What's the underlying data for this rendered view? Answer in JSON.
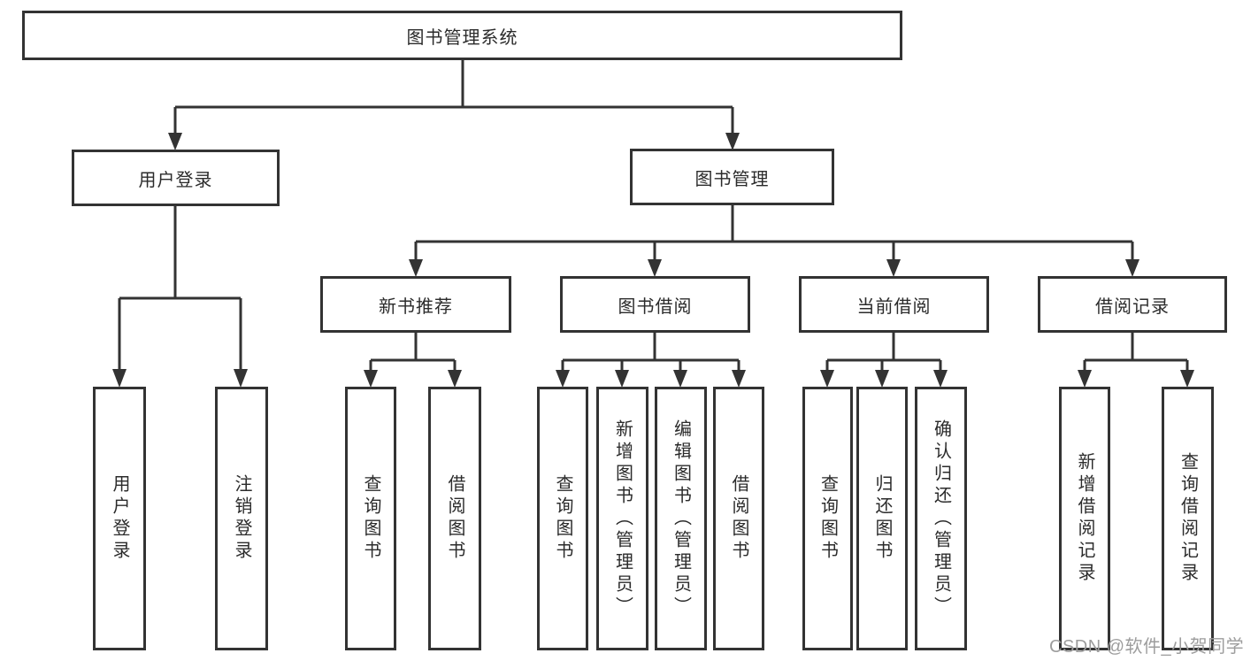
{
  "diagram": {
    "title": "图书管理系统",
    "level2": [
      {
        "label": "用户登录"
      },
      {
        "label": "图书管理"
      }
    ],
    "level3": [
      {
        "label": "新书推荐",
        "parent": "图书管理"
      },
      {
        "label": "图书借阅",
        "parent": "图书管理"
      },
      {
        "label": "当前借阅",
        "parent": "图书管理"
      },
      {
        "label": "借阅记录",
        "parent": "图书管理"
      }
    ],
    "leaves": [
      {
        "label": "用户登录",
        "parent": "用户登录"
      },
      {
        "label": "注销登录",
        "parent": "用户登录"
      },
      {
        "label": "查询图书",
        "parent": "新书推荐"
      },
      {
        "label": "借阅图书",
        "parent": "新书推荐"
      },
      {
        "label": "查询图书",
        "parent": "图书借阅"
      },
      {
        "label": "新增图书（管理员）",
        "parent": "图书借阅"
      },
      {
        "label": "编辑图书（管理员）",
        "parent": "图书借阅"
      },
      {
        "label": "借阅图书",
        "parent": "图书借阅"
      },
      {
        "label": "查询图书",
        "parent": "当前借阅"
      },
      {
        "label": "归还图书",
        "parent": "当前借阅"
      },
      {
        "label": "确认归还（管理员）",
        "parent": "当前借阅"
      },
      {
        "label": "新增借阅记录",
        "parent": "借阅记录"
      },
      {
        "label": "查询借阅记录",
        "parent": "借阅记录"
      }
    ]
  },
  "watermark": {
    "text": "CSDN @软件_小贺同学"
  },
  "colors": {
    "line": "#333333",
    "box_border": "#333333",
    "text": "#2b2b2b",
    "watermark": "#9d9d9d",
    "background": "#ffffff"
  }
}
